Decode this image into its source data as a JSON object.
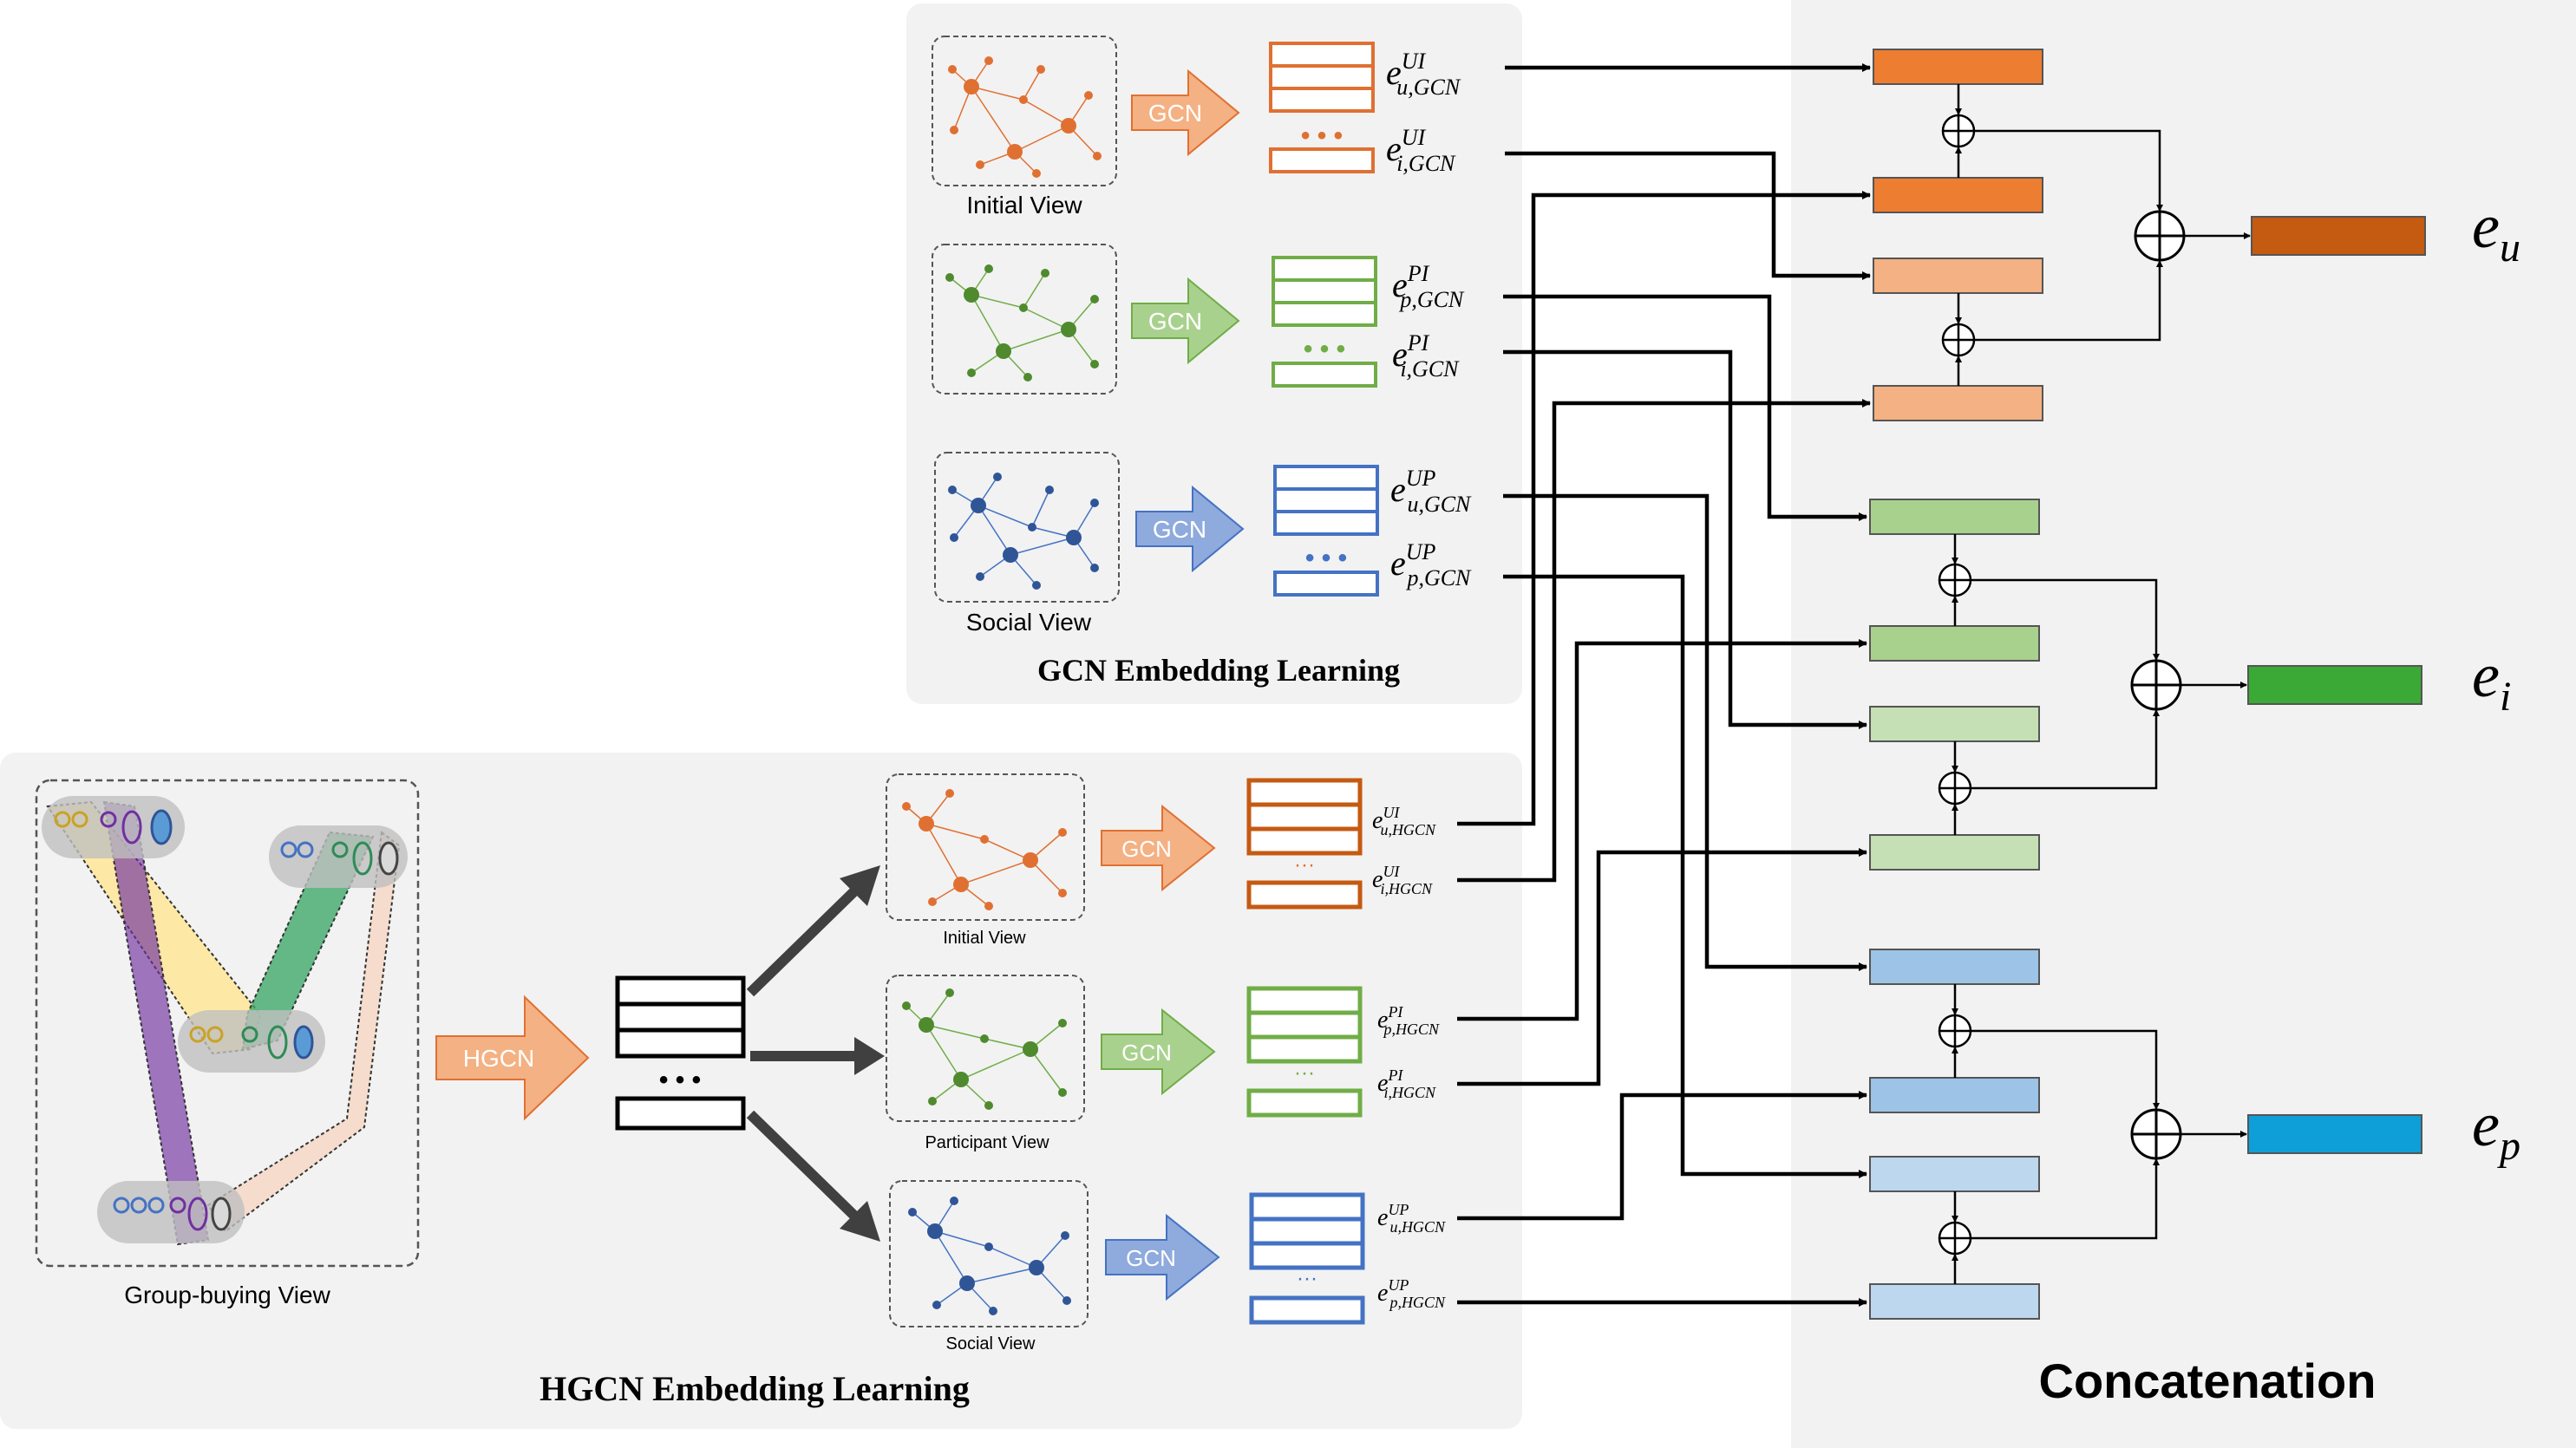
{
  "gcn_panel": {
    "title": "GCN Embedding Learning",
    "views": [
      {
        "label": "Initial View",
        "gcn_label": "GCN",
        "color": "#e07032",
        "arrow_color": "#f4b183",
        "emb_top": {
          "base": "e",
          "sup": "UI",
          "sub": "u,GCN"
        },
        "emb_bot": {
          "base": "e",
          "sup": "UI",
          "sub": "i,GCN"
        }
      },
      {
        "label": "",
        "gcn_label": "GCN",
        "color": "#70ad47",
        "arrow_color": "#a9d18e",
        "emb_top": {
          "base": "e",
          "sup": "PI",
          "sub": "p,GCN"
        },
        "emb_bot": {
          "base": "e",
          "sup": "PI",
          "sub": "i,GCN"
        }
      },
      {
        "label": "Social View",
        "gcn_label": "GCN",
        "color": "#4472c4",
        "arrow_color": "#8faadc",
        "emb_top": {
          "base": "e",
          "sup": "UP",
          "sub": "u,GCN"
        },
        "emb_bot": {
          "base": "e",
          "sup": "UP",
          "sub": "p,GCN"
        }
      }
    ]
  },
  "hgcn_panel": {
    "title": "HGCN Embedding Learning",
    "group_view_label": "Group-buying View",
    "hgcn_label": "HGCN",
    "views": [
      {
        "label": "Initial View",
        "gcn_label": "GCN",
        "emb_top": {
          "base": "e",
          "sup": "UI",
          "sub": "u,HGCN"
        },
        "emb_bot": {
          "base": "e",
          "sup": "UI",
          "sub": "i,HGCN"
        }
      },
      {
        "label": "Participant View",
        "gcn_label": "GCN",
        "emb_top": {
          "base": "e",
          "sup": "PI",
          "sub": "p,HGCN"
        },
        "emb_bot": {
          "base": "e",
          "sup": "PI",
          "sub": "i,HGCN"
        }
      },
      {
        "label": "Social View",
        "gcn_label": "GCN",
        "emb_top": {
          "base": "e",
          "sup": "UP",
          "sub": "u,HGCN"
        },
        "emb_bot": {
          "base": "e",
          "sup": "UP",
          "sub": "p,HGCN"
        }
      }
    ]
  },
  "concat_panel": {
    "title": "Concatenation",
    "outputs": [
      {
        "base": "e",
        "sub": "u",
        "color": "#c55a11"
      },
      {
        "base": "e",
        "sub": "i",
        "color": "#3aa935"
      },
      {
        "base": "e",
        "sub": "p",
        "color": "#0e9fd8"
      }
    ]
  },
  "colors": {
    "orange_dark": "#ed7d31",
    "orange_light": "#f4b183",
    "green_mid": "#a9d18e",
    "green_light": "#c5e0b4",
    "blue_mid": "#9dc3e6",
    "blue_light": "#bdd7ee",
    "panel_bg": "#f2f2f2"
  }
}
